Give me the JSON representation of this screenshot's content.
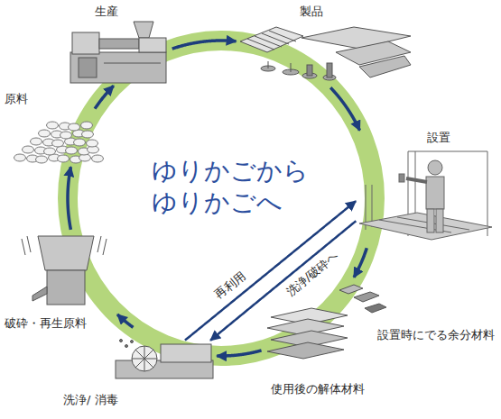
{
  "diagram": {
    "title": "ゆりかごから ゆりかごへ",
    "nodes": [
      {
        "text": [
          "生産"
        ]
      },
      {
        "text": [
          "製品"
        ]
      },
      {
        "text": [
          "設置"
        ]
      },
      {
        "text": [
          "設置時にでる余分材料"
        ]
      },
      {
        "text": [
          "使用後の解体材料"
        ]
      },
      {
        "text": [
          "洗浄/ 消毒"
        ]
      },
      {
        "text": [
          "破砕・再生原料"
        ]
      },
      {
        "text": [
          "原料"
        ]
      }
    ],
    "edges": [
      {
        "from": 0,
        "to": 1,
        "arrow": "to"
      },
      {
        "from": 1,
        "to": 2,
        "arrow": "to"
      },
      {
        "from": 2,
        "to": 3,
        "arrow": "to"
      },
      {
        "from": 4,
        "to": 5,
        "arrow": "to"
      },
      {
        "from": 5,
        "to": 6,
        "arrow": "to"
      },
      {
        "from": 6,
        "to": 7,
        "arrow": "to"
      },
      {
        "from": 7,
        "to": 0,
        "arrow": "to"
      },
      {
        "from": 5,
        "to": 2,
        "label": "再利用",
        "arrow": "to"
      },
      {
        "from": 2,
        "to": 5,
        "label": "洗浄/破砕へ",
        "arrow": "to"
      }
    ]
  }
}
